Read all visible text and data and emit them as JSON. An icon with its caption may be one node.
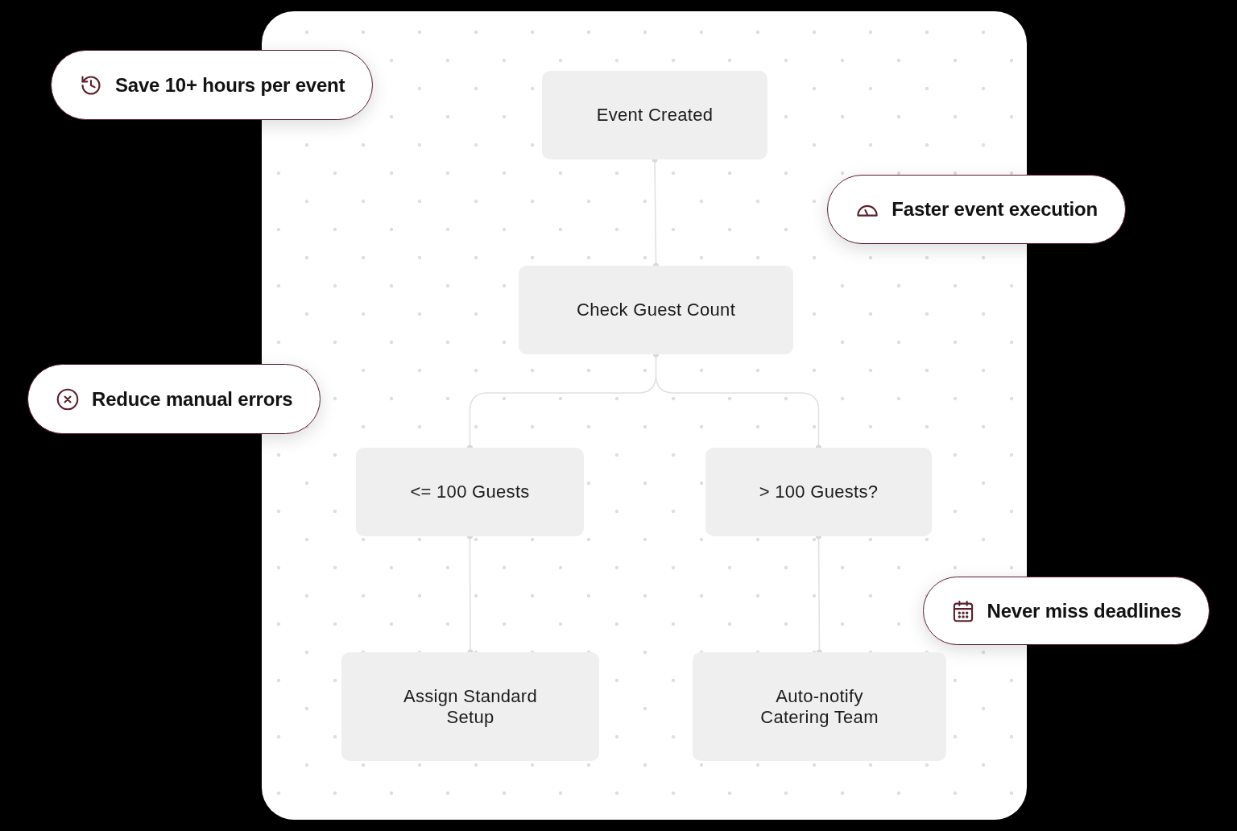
{
  "diagram": {
    "nodes": [
      {
        "text": [
          "Save 10+ hours per event"
        ]
      },
      {
        "text": [
          "Event Created"
        ]
      },
      {
        "text": [
          "Faster event execution"
        ]
      },
      {
        "text": [
          "Check Guest Count"
        ]
      },
      {
        "text": [
          "Reduce manual errors"
        ]
      },
      {
        "text": [
          "<= 100 Guests"
        ]
      },
      {
        "text": [
          "> 100 Guests?"
        ]
      },
      {
        "text": [
          "Never miss deadlines"
        ]
      },
      {
        "text": [
          "Assign Standard Setup"
        ]
      },
      {
        "text": [
          "Auto-notify Catering Team"
        ]
      }
    ],
    "edges": [
      {
        "from": 1,
        "to": 3,
        "arrow": "other"
      },
      {
        "from": 3,
        "to": 5,
        "arrow": "other"
      },
      {
        "from": 3,
        "to": 6,
        "arrow": "other"
      },
      {
        "from": 5,
        "to": 8,
        "arrow": "other"
      },
      {
        "from": 6,
        "to": 9,
        "arrow": "other"
      }
    ]
  }
}
